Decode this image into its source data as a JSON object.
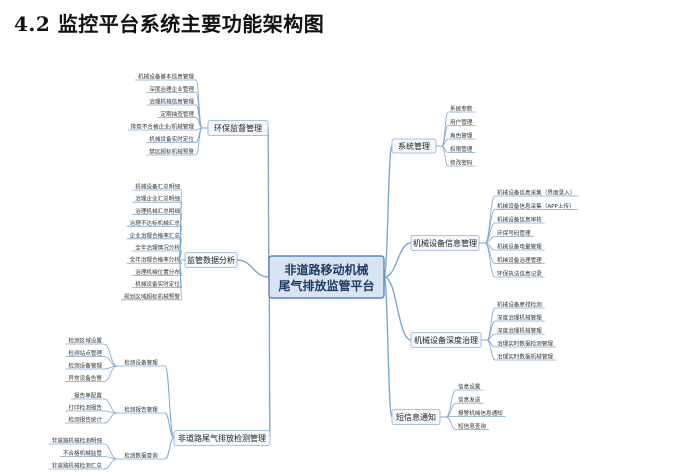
{
  "heading": "4.2 监控平台系统主要功能架构图",
  "center": {
    "line1": "非道路移动机械",
    "line2": "尾气排放监管平台"
  },
  "branches": {
    "env": {
      "label": "环保监督管理",
      "items": [
        "机械设备基本信息管理",
        "深度治理企业管理",
        "治理机械信息管理",
        "定期抽查管理",
        "排查不合格企业/机械管理",
        "机械设备实时定位",
        "禁区超标机械预警"
      ]
    },
    "stats": {
      "label": "监管数据分析",
      "items": [
        "机械设备汇总明细",
        "治理企业汇总明细",
        "治理机械汇总明细",
        "治理不达标机械汇总",
        "企业治理合格率汇总",
        "全年治理情况分析",
        "全年治理合格率分析",
        "治理机械位置分布",
        "机械设备实时定位",
        "规划区域超标机械预警"
      ]
    },
    "detect": {
      "label": "非道路尾气排放检测管理",
      "subs": [
        {
          "label": "检测设备管理",
          "items": [
            "检测区域设置",
            "检测站点管理",
            "检测设备管理",
            "异常设备告警"
          ]
        },
        {
          "label": "检测报告管理",
          "items": [
            "报告单配置",
            "打印检测报告",
            "检测报告统计"
          ]
        },
        {
          "label": "检测数据查询",
          "items": [
            "非道路机械检测明细",
            "不合格机械监管",
            "非道路机械检测汇总"
          ]
        }
      ]
    },
    "sys": {
      "label": "系统管理",
      "items": [
        "系统参数",
        "用户管理",
        "角色管理",
        "权限管理",
        "修改密码"
      ]
    },
    "info": {
      "label": "机械设备信息管理",
      "items": [
        "机械设备信息采集（界面录入）",
        "机械设备信息采集（APP上传）",
        "机械设备信息审核",
        "环保号码管理",
        "机械设备电量管理",
        "机械设备治理管理",
        "环保执法信息记录"
      ]
    },
    "deep": {
      "label": "机械设备深度治理",
      "items": [
        "机械设备原排检测",
        "深度治理机械管理",
        "深度治理机械管理",
        "治理实时数据检测管理",
        "治理实时数据机械管理"
      ]
    },
    "sms": {
      "label": "短信息通知",
      "items": [
        "信息设置",
        "信息发送",
        "报警机械信息通知",
        "短信息查询"
      ]
    }
  },
  "colors": {
    "line": "#7fa7cc",
    "center_fill": "#d8e4f2",
    "center_border": "#5b84b8",
    "box_border": "#8fb2d6",
    "box_fill": "#f4f8fc"
  }
}
